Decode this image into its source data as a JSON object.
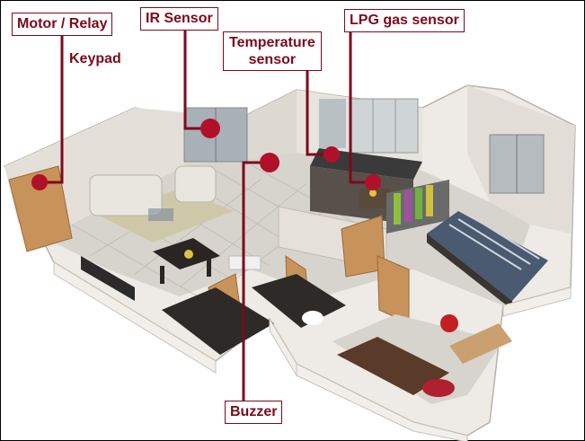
{
  "labels": {
    "motor_relay": "Motor / Relay",
    "keypad": "Keypad",
    "ir_sensor": "IR Sensor",
    "temperature_sensor_line1": "Temperature",
    "temperature_sensor_line2": "sensor",
    "lpg_gas_sensor": "LPG gas sensor",
    "buzzer": "Buzzer"
  },
  "colors": {
    "label_text": "#7b0a1c",
    "connector": "#7b0a1c",
    "marker": "#b0102a",
    "wall": "#e8e4df",
    "floor_tile": "#d9d6d0",
    "wood": "#c8935a"
  }
}
